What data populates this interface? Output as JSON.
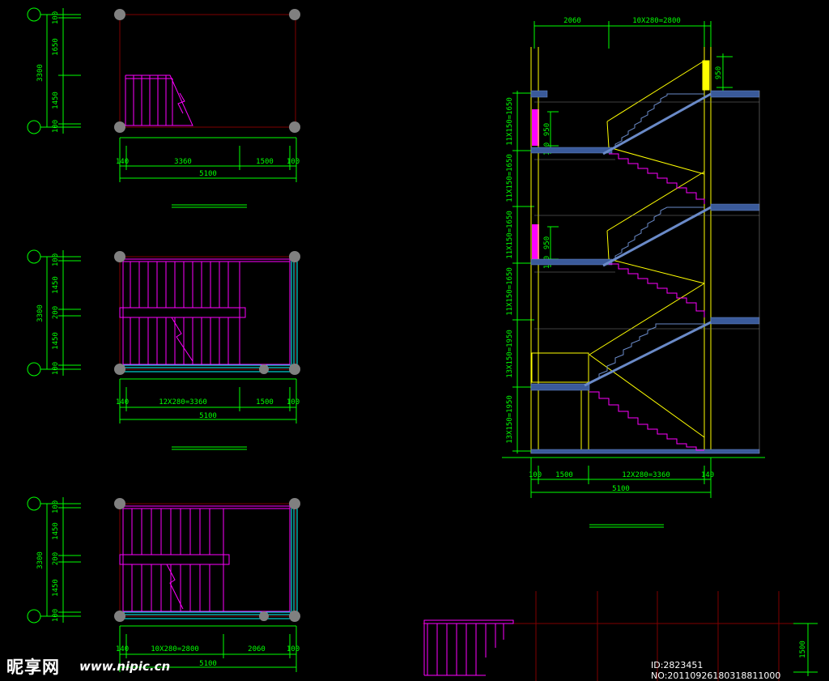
{
  "colors": {
    "background": "#000000",
    "dimension": "#00ff00",
    "stair": "#ff00ff",
    "wall": "#ffff00",
    "column": "#808080",
    "slab": "#3a5a9a",
    "railing": "#00ffff",
    "frame": "#800000",
    "axis_grid": "#ff0000",
    "watermark": "#ffffff"
  },
  "plan_top": {
    "vert_dims": [
      "100",
      "1650",
      "1450",
      "100"
    ],
    "vert_total": "3300",
    "horiz_dims": [
      "140",
      "3360",
      "1500",
      "100"
    ],
    "horiz_total": "5100"
  },
  "plan_middle": {
    "vert_dims": [
      "100",
      "1450",
      "200",
      "1450",
      "100"
    ],
    "vert_total": "3300",
    "horiz_dims": [
      "140",
      "12X280=3360",
      "1500",
      "100"
    ],
    "horiz_total": "5100"
  },
  "plan_bottom": {
    "vert_dims": [
      "100",
      "1450",
      "200",
      "1450",
      "100"
    ],
    "vert_total": "3300",
    "horiz_dims": [
      "140",
      "10X280=2800",
      "2060",
      "100"
    ],
    "horiz_total": "5100"
  },
  "section": {
    "top_dims": [
      "2060",
      "10X280=2800"
    ],
    "right_dim": "950",
    "left_dims": [
      "11X150=1650",
      "11X150=1650",
      "11X150=1650",
      "11X150=1650",
      "13X150=1950",
      "13X150=1950"
    ],
    "window_dims": [
      "950",
      "100",
      "950",
      "100"
    ],
    "bottom_dims": [
      "100",
      "1500",
      "12X280=3360",
      "140"
    ],
    "bottom_total": "5100"
  },
  "detail": {
    "right_dim": "1500"
  },
  "watermark": {
    "logo": "昵享网",
    "url": "www.nipic.cn",
    "id_text": "ID:2823451 NO:20110926180318811000"
  }
}
